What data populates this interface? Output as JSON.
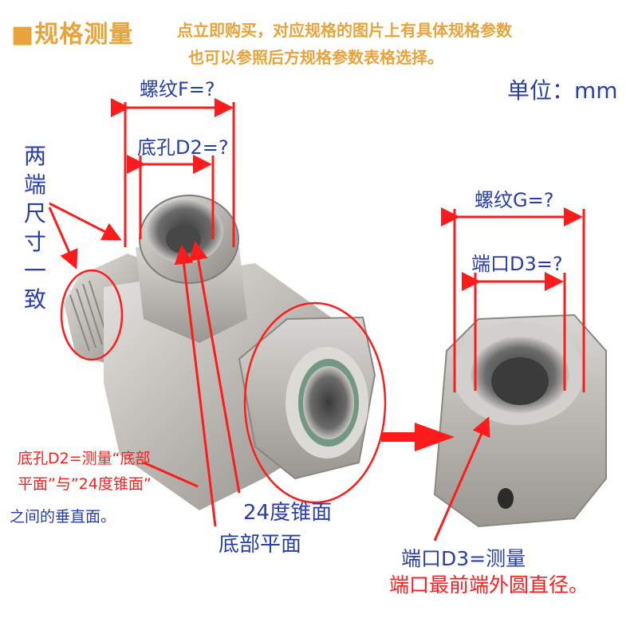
{
  "header": {
    "title": "■规格测量",
    "note_line1": "点立即购买，对应规格的图片上有具体规格参数",
    "note_line2": "也可以参照后方规格参数表格选择。",
    "unit": "单位：mm"
  },
  "labels": {
    "thread_f": "螺纹F=?",
    "bore_d2": "底孔D2=?",
    "thread_g": "螺纹G=?",
    "port_d3": "端口D3=?",
    "both_ends_same": "两端尺寸一致",
    "cone_24": "24度锥面",
    "bottom_flat": "底部平面"
  },
  "descriptions": {
    "d2_line1": "底孔D2=测量“底部",
    "d2_line2": "平面”与”24度锥面”",
    "d2_line3": "之间的垂直面。",
    "d3_line1": "端口D3=测量",
    "d3_line2": "端口最前端外圆直径。"
  },
  "colors": {
    "accent_orange": "#e8a33a",
    "label_blue": "#2a3ea8",
    "marker_red": "#ff1b1b"
  }
}
